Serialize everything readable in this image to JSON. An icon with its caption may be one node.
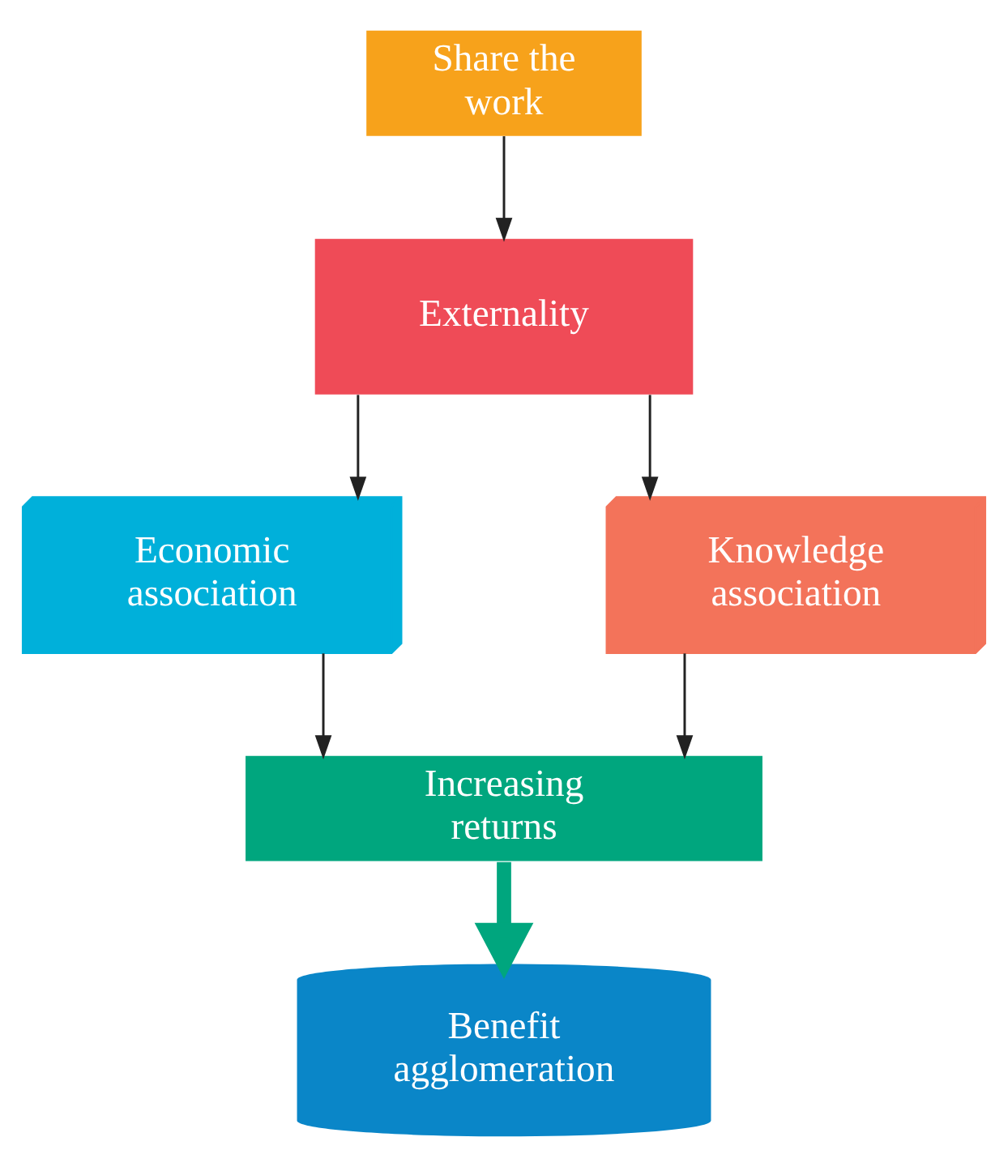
{
  "diagram": {
    "nodes": [
      {
        "text": [
          "Share the work"
        ]
      },
      {
        "text": [
          "Externality"
        ]
      },
      {
        "text": [
          "Economic association"
        ]
      },
      {
        "text": [
          "Knowledge association"
        ]
      },
      {
        "text": [
          "Increasing returns"
        ]
      },
      {
        "text": [
          "Benefit agglomeration"
        ]
      }
    ],
    "edges": [
      {
        "from": 0,
        "to": 1,
        "arrow": "to"
      },
      {
        "from": 1,
        "to": 2,
        "arrow": "to"
      },
      {
        "from": 1,
        "to": 3,
        "arrow": "to"
      },
      {
        "from": 2,
        "to": 4,
        "arrow": "to"
      },
      {
        "from": 3,
        "to": 4,
        "arrow": "to"
      },
      {
        "from": 4,
        "to": 5,
        "arrow": "to",
        "style": "thick",
        "color": "#00a67e"
      }
    ]
  }
}
